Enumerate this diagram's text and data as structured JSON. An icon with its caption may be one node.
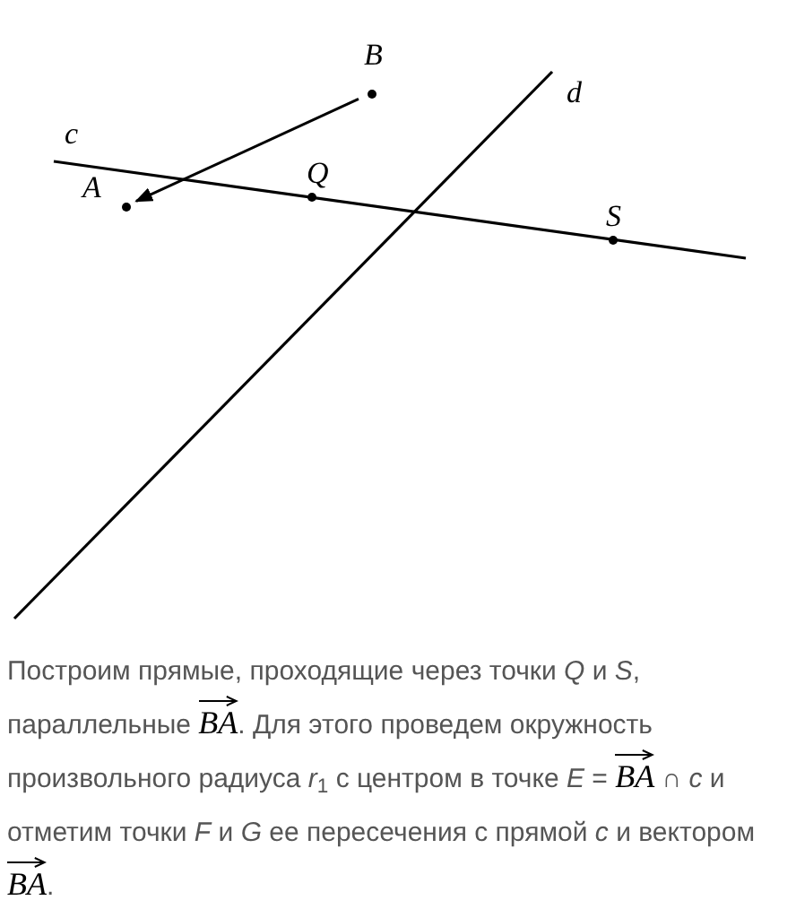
{
  "diagram": {
    "nodes": [
      {
        "text": [
          "B"
        ]
      },
      {
        "text": [
          "A"
        ]
      }
    ],
    "edges": [
      {
        "from": 0,
        "to": 1,
        "arrow": "to"
      }
    ],
    "labels": [
      "c",
      "Q",
      "d",
      "S",
      "Построим прямые, проходящие через точки *Q* и *S*, параллельные *BA*. Для этого проведем окружность произвольного радиуса *r*$_{1}$ с центром в точке *E* = *BA* ∩ *c* и отметим точки *F* и *G* ее пересечения с прямой *c* и вектором *BA*."
    ]
  }
}
